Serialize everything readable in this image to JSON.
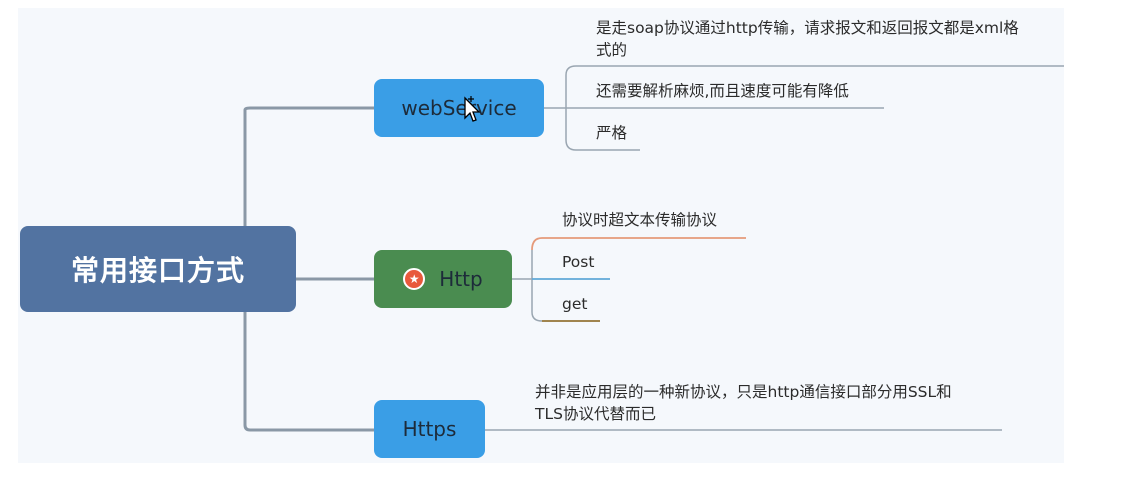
{
  "root": {
    "label": "常用接口方式"
  },
  "branches": [
    {
      "label": "webService",
      "color": "#3a9ee6",
      "leaves": [
        "是走soap协议通过http传输，请求报文和返回报文都是xml格",
        "式的",
        "还需要解析麻烦,而且速度可能有降低",
        "严格"
      ]
    },
    {
      "label": "Http",
      "color": "#4a8c50",
      "icon": "star-icon",
      "leaves": [
        "协议时超文本传输协议",
        "Post",
        "get"
      ]
    },
    {
      "label": "Https",
      "color": "#3a9ee6",
      "leaves": [
        "并非是应用层的一种新协议，只是http通信接口部分用SSL和",
        "TLS协议代替而已"
      ]
    }
  ]
}
